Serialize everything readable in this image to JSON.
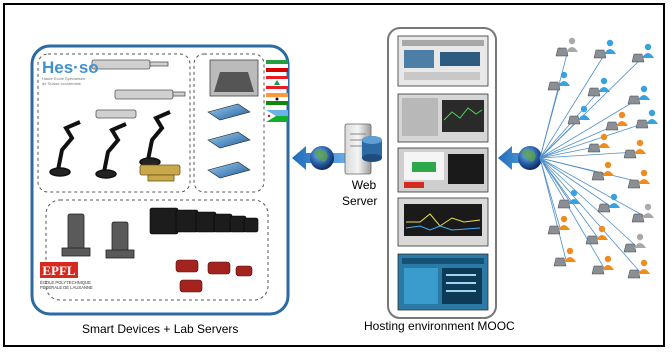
{
  "labels": {
    "web_server_line1": "Web",
    "web_server_line2": "Server",
    "left_caption": "Smart Devices + Lab Servers",
    "right_caption": "Hosting environment MOOC"
  },
  "logos": {
    "hes_so": "Hes·so",
    "hes_so_sub": "Haute Ecole Spécialisée de Suisse occidentale",
    "epfl": "EPFL",
    "epfl_sub": "ÉCOLE POLYTECHNIQUE FÉDÉRALE DE LAUSANNE"
  },
  "colors": {
    "lab_border": "#2b6aa3",
    "arrow_blue": "#2f7fc9",
    "user_blue": "#36a3e0",
    "user_orange": "#f08c1e",
    "user_gray": "#a9a9a9",
    "globe": "#2b5fa8",
    "screen_bg": "#2a7aa8",
    "epfl_red": "#d42a20"
  }
}
